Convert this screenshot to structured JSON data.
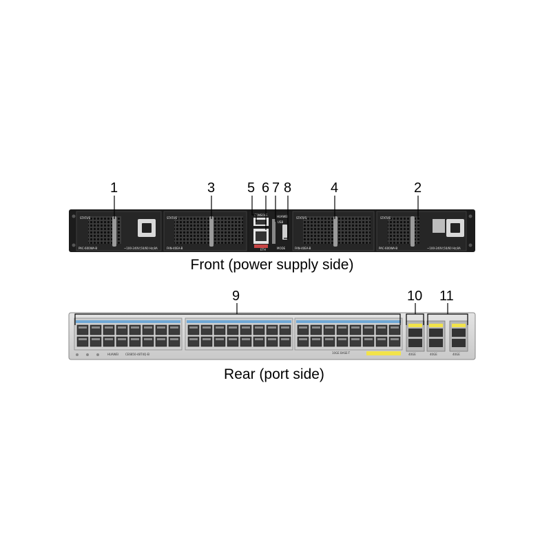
{
  "front": {
    "caption": "Front (power supply side)",
    "callouts": [
      "1",
      "3",
      "5",
      "6",
      "7",
      "8",
      "4",
      "2"
    ],
    "psu_left": {
      "status": "STATUS",
      "model": "PAC-600WA-B",
      "rating": "~100-240V;50/60 Hz;8A"
    },
    "psu_right": {
      "status": "STATUS",
      "model": "PAC-600WA-B",
      "rating": "~100-240V;50/60 Hz;8A"
    },
    "fan_left": {
      "status": "STATUS",
      "model": "FAN-40EA-B"
    },
    "fan_right": {
      "status": "STATUS",
      "model": "FAN-40EA-B"
    },
    "mgmt": {
      "console": "CONSOLE",
      "eth": "ETH",
      "brand": "HUAWEI",
      "usb": "USB",
      "mode": "MODE"
    }
  },
  "rear": {
    "caption": "Rear (port side)",
    "callouts": [
      "9",
      "10",
      "11"
    ],
    "model_label": "CE6850-48T4Q-EI",
    "brand": "HUAWEI",
    "port_group_label": "10GE BASE-T",
    "qsfp_label_10": "40GE",
    "qsfp_label_11a": "40GE",
    "qsfp_label_11b": "40GE"
  },
  "colors": {
    "chassis": "#1c1c1c",
    "rear_panel": "#dcdcdc",
    "port_band": "#6fa8d6",
    "accent_yellow": "#f2e34a"
  }
}
